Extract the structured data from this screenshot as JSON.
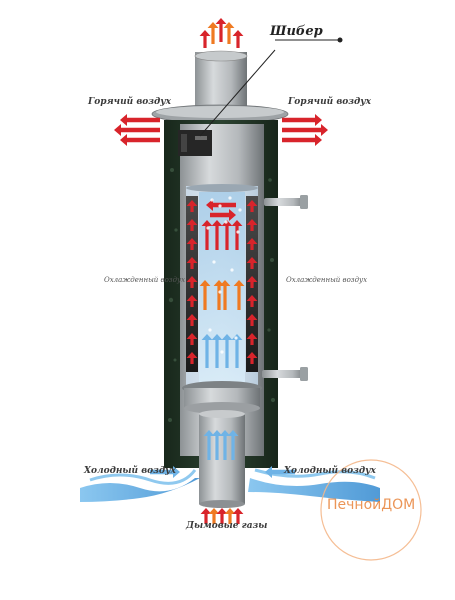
{
  "labels": {
    "damper": "Шибер",
    "hot_air_left": "Горячий воздух",
    "hot_air_right": "Горячий воздух",
    "cooled_air_left": "Охлажденный воздух",
    "cooled_air_right": "Охлажденный воздух",
    "cold_air_left": "Холодный воздух",
    "cold_air_right": "Холодный воздух",
    "flue_gases": "Дымовые газы"
  },
  "watermark": {
    "text": "ПечнойДОМ",
    "color": "#e8833a"
  },
  "colors": {
    "hot": "#d8242b",
    "warm": "#ef7a22",
    "cold": "#6fb3e6",
    "casing": "#b8bcbf",
    "outer_shell": "#1f3323"
  }
}
